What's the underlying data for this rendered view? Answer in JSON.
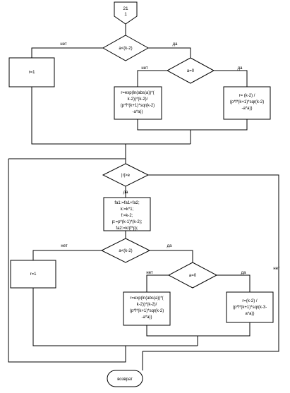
{
  "connector": {
    "line1": "21",
    "line2": "1"
  },
  "cond_top": "a<(k-2)",
  "cond_inner_top": "a=0",
  "box_r1": "r=1",
  "box_expr_top": [
    "r=exp(ln(abs(a))*(",
    "k-2))*(k-2)/",
    "(p*f*(k+1)*sqr(k-2)",
    "-a*a))"
  ],
  "box_right_top": [
    "r= (k-2) /",
    "(p*f*(k+1)*sqr(k-2)",
    "-a*a))"
  ],
  "cond_loop": "|r|>e",
  "loop_body": [
    "fa1:=fa1+fa2;",
    "k:=k*1;",
    "f:=k-2;",
    "p:=p*(k-1)*(k-2);",
    "fa2:=k/(f*p);"
  ],
  "cond_bottom": "a<(k-2)",
  "cond_inner_bottom": "a=0",
  "box_r1_bottom": "r=1",
  "box_expr_bottom": [
    "r=exp(ln(abs(a))*(",
    "k-2))*(k-2)/",
    "(p*f*(k+1)*sqr(k-2)",
    "-a*a))"
  ],
  "box_right_bottom": [
    "r=(k-2) /",
    "(p*f*(k+1)*sqr(k-3-",
    "a*a))"
  ],
  "terminal": "возврат",
  "labels": {
    "no": "нет",
    "yes": "да"
  }
}
